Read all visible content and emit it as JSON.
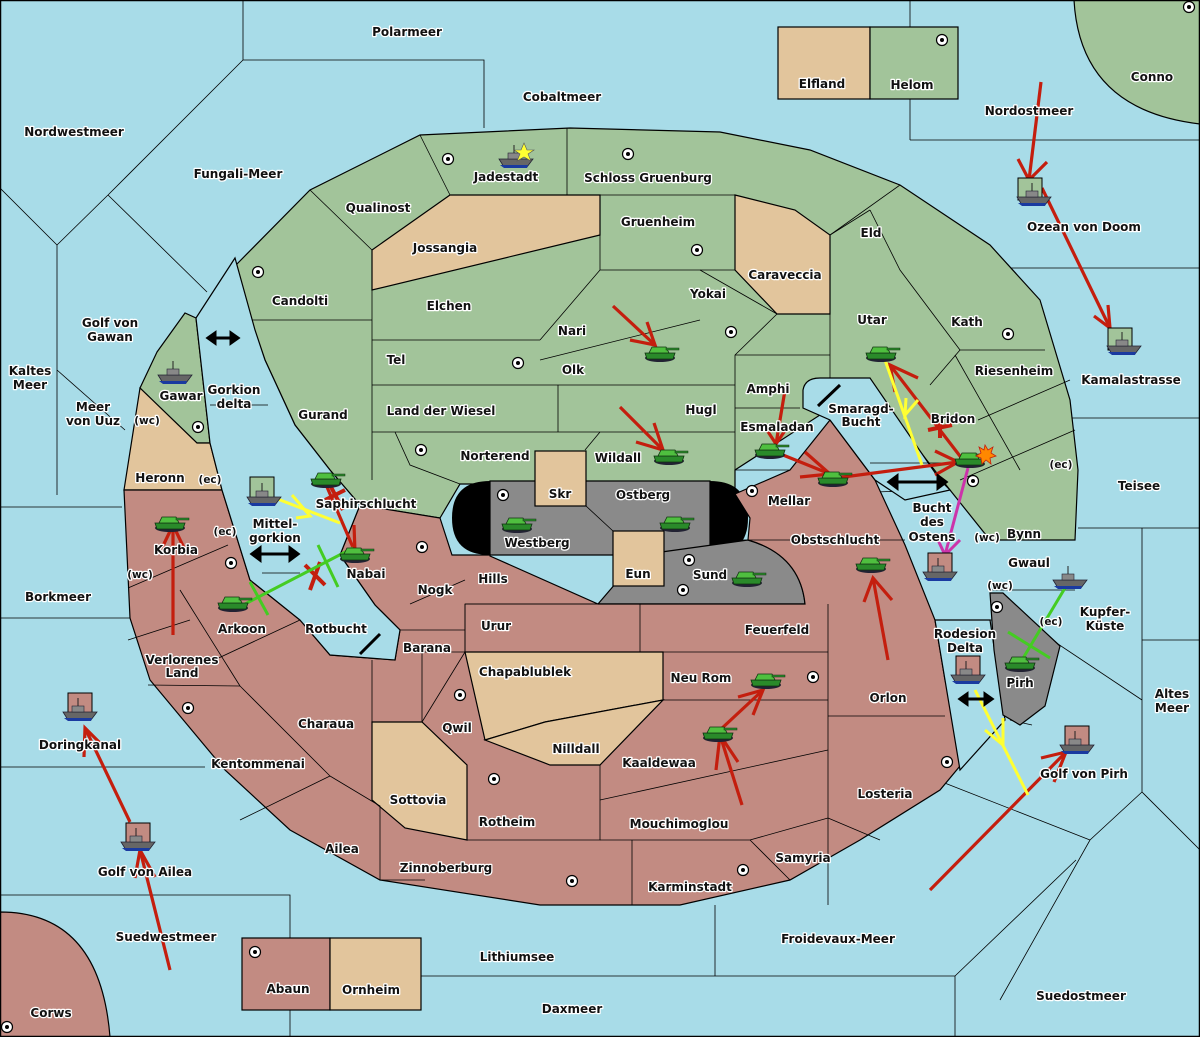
{
  "colors": {
    "sea": "#a8dce8",
    "green_power": "#a2c49a",
    "red_power": "#c28b82",
    "neutral": "#e2c59c",
    "gray_power": "#8a8a8a",
    "impassable": "#000000",
    "move_arrow": "#c41e0e",
    "support_arrow": "#ffff33",
    "convoy_arrow": "#cc33aa",
    "cut_order": "#44cc22"
  },
  "provinces": [
    {
      "name": "Polarmeer",
      "type": "sea"
    },
    {
      "name": "Cobaltmeer",
      "type": "sea"
    },
    {
      "name": "Nordwestmeer",
      "type": "sea"
    },
    {
      "name": "Fungali-Meer",
      "type": "sea"
    },
    {
      "name": "Nordostmeer",
      "type": "sea"
    },
    {
      "name": "Ozean von Doom",
      "type": "sea"
    },
    {
      "name": "Kamalastrasse",
      "type": "sea"
    },
    {
      "name": "Golf von Gawan",
      "type": "sea"
    },
    {
      "name": "Kaltes Meer",
      "type": "sea"
    },
    {
      "name": "Meer von Uuz",
      "type": "sea"
    },
    {
      "name": "Gorkion delta",
      "type": "sea"
    },
    {
      "name": "Mittel-gorkion",
      "type": "sea"
    },
    {
      "name": "Rotbucht",
      "type": "sea"
    },
    {
      "name": "Borkmeer",
      "type": "sea"
    },
    {
      "name": "Doringkanal",
      "type": "sea"
    },
    {
      "name": "Golf von Ailea",
      "type": "sea"
    },
    {
      "name": "Suedwestmeer",
      "type": "sea"
    },
    {
      "name": "Lithiumsee",
      "type": "sea"
    },
    {
      "name": "Daxmeer",
      "type": "sea"
    },
    {
      "name": "Froidevaux-Meer",
      "type": "sea"
    },
    {
      "name": "Suedostmeer",
      "type": "sea"
    },
    {
      "name": "Golf von Pirh",
      "type": "sea"
    },
    {
      "name": "Altes Meer",
      "type": "sea"
    },
    {
      "name": "Kupfer-Küste",
      "type": "sea"
    },
    {
      "name": "Teisee",
      "type": "sea"
    },
    {
      "name": "Rodesion Delta",
      "type": "sea"
    },
    {
      "name": "Bucht des Ostens",
      "type": "sea"
    },
    {
      "name": "Smaragd-Bucht",
      "type": "sea"
    },
    {
      "name": "Elfland",
      "type": "neutral"
    },
    {
      "name": "Helom",
      "type": "green",
      "supply_center": true
    },
    {
      "name": "Conno",
      "type": "green",
      "supply_center": true
    },
    {
      "name": "Jadestadt",
      "type": "green",
      "supply_center": true
    },
    {
      "name": "Schloss Gruenburg",
      "type": "green",
      "supply_center": true
    },
    {
      "name": "Qualinost",
      "type": "green"
    },
    {
      "name": "Jossangia",
      "type": "neutral"
    },
    {
      "name": "Gruenheim",
      "type": "green",
      "supply_center": true
    },
    {
      "name": "Caraveccia",
      "type": "neutral"
    },
    {
      "name": "Eld",
      "type": "green"
    },
    {
      "name": "Candolti",
      "type": "green",
      "supply_center": true
    },
    {
      "name": "Elchen",
      "type": "green"
    },
    {
      "name": "Nari",
      "type": "green"
    },
    {
      "name": "Yokai",
      "type": "green",
      "supply_center": true
    },
    {
      "name": "Utar",
      "type": "green"
    },
    {
      "name": "Kath",
      "type": "green",
      "supply_center": true
    },
    {
      "name": "Tel",
      "type": "green",
      "supply_center": true
    },
    {
      "name": "Olk",
      "type": "green"
    },
    {
      "name": "Amphi",
      "type": "green"
    },
    {
      "name": "Riesenheim",
      "type": "green"
    },
    {
      "name": "Gurand",
      "type": "green"
    },
    {
      "name": "Land der Wiesel",
      "type": "green"
    },
    {
      "name": "Hugl",
      "type": "green"
    },
    {
      "name": "Esmaladan",
      "type": "green"
    },
    {
      "name": "Bridon",
      "type": "green",
      "supply_center": true
    },
    {
      "name": "Gawar",
      "type": "green",
      "supply_center": true
    },
    {
      "name": "Norterend",
      "type": "green",
      "supply_center": true
    },
    {
      "name": "Wildall",
      "type": "green"
    },
    {
      "name": "Saphirschlucht",
      "type": "green"
    },
    {
      "name": "Bynn",
      "type": "green"
    },
    {
      "name": "Gwaul",
      "type": "green"
    },
    {
      "name": "Heronn",
      "type": "neutral"
    },
    {
      "name": "Skr",
      "type": "neutral"
    },
    {
      "name": "Eun",
      "type": "neutral"
    },
    {
      "name": "Westberg",
      "type": "gray",
      "supply_center": true
    },
    {
      "name": "Ostberg",
      "type": "gray",
      "supply_center": true
    },
    {
      "name": "Sund",
      "type": "gray",
      "supply_center": true
    },
    {
      "name": "Pirh",
      "type": "gray",
      "supply_center": true
    },
    {
      "name": "Korbia",
      "type": "red"
    },
    {
      "name": "Arkoon",
      "type": "red",
      "supply_center": true
    },
    {
      "name": "Nabai",
      "type": "red",
      "supply_center": true
    },
    {
      "name": "Mellar",
      "type": "red",
      "supply_center": true
    },
    {
      "name": "Obstschlucht",
      "type": "red"
    },
    {
      "name": "Hills",
      "type": "red"
    },
    {
      "name": "Nogk",
      "type": "red"
    },
    {
      "name": "Barana",
      "type": "red"
    },
    {
      "name": "Urur",
      "type": "red"
    },
    {
      "name": "Feuerfeld",
      "type": "red"
    },
    {
      "name": "Verlorenes Land",
      "type": "red"
    },
    {
      "name": "Chapablublek",
      "type": "neutral"
    },
    {
      "name": "Neu Rom",
      "type": "red",
      "supply_center": true
    },
    {
      "name": "Orlon",
      "type": "red"
    },
    {
      "name": "Charaua",
      "type": "red"
    },
    {
      "name": "Qwil",
      "type": "red",
      "supply_center": true
    },
    {
      "name": "Nilldall",
      "type": "neutral"
    },
    {
      "name": "Kaaldewaa",
      "type": "red"
    },
    {
      "name": "Kentommenai",
      "type": "red",
      "supply_center": true
    },
    {
      "name": "Sottovia",
      "type": "neutral"
    },
    {
      "name": "Rotheim",
      "type": "red",
      "supply_center": true
    },
    {
      "name": "Losteria",
      "type": "red",
      "supply_center": true
    },
    {
      "name": "Mouchimoglou",
      "type": "red"
    },
    {
      "name": "Ailea",
      "type": "red"
    },
    {
      "name": "Zinnoberburg",
      "type": "red",
      "supply_center": true
    },
    {
      "name": "Samyria",
      "type": "red"
    },
    {
      "name": "Karminstadt",
      "type": "red",
      "supply_center": true
    },
    {
      "name": "Abaun",
      "type": "red",
      "supply_center": true
    },
    {
      "name": "Ornheim",
      "type": "neutral"
    },
    {
      "name": "Corws",
      "type": "red",
      "supply_center": true
    }
  ],
  "labels": {
    "polarmeer": "Polarmeer",
    "cobaltmeer": "Cobaltmeer",
    "nordwestmeer": "Nordwestmeer",
    "fungali": "Fungali-Meer",
    "nordostmeer": "Nordostmeer",
    "ozean": "Ozean von Doom",
    "kamala": "Kamalastrasse",
    "conno": "Conno",
    "elfland": "Elfland",
    "helom": "Helom",
    "jadestadt": "Jadestadt",
    "schloss": "Schloss Gruenburg",
    "qualinost": "Qualinost",
    "jossangia": "Jossangia",
    "gruenheim": "Gruenheim",
    "caraveccia": "Caraveccia",
    "eld": "Eld",
    "candolti": "Candolti",
    "elchen": "Elchen",
    "nari": "Nari",
    "yokai": "Yokai",
    "utar": "Utar",
    "kath": "Kath",
    "tel": "Tel",
    "olk": "Olk",
    "amphi": "Amphi",
    "riesenheim": "Riesenheim",
    "gurand": "Gurand",
    "wiesel": "Land der Wiesel",
    "hugl": "Hugl",
    "esmaladan": "Esmaladan",
    "bridon": "Bridon",
    "smaragd1": "Smaragd-",
    "smaragd2": "Bucht",
    "golfgawan1": "Golf von",
    "golfgawan2": "Gawan",
    "kaltes1": "Kaltes",
    "kaltes2": "Meer",
    "uuz1": "Meer",
    "uuz2": "von Uuz",
    "gawar": "Gawar",
    "gorkion1": "Gorkion",
    "gorkion2": "delta",
    "heronn": "Heronn",
    "norterend": "Norterend",
    "wildall": "Wildall",
    "skr": "Skr",
    "ostberg": "Ostberg",
    "mellar": "Mellar",
    "teisee": "Teisee",
    "saphir": "Saphirschlucht",
    "westberg": "Westberg",
    "bucht1": "Bucht",
    "bucht2": "des",
    "bucht3": "Ostens",
    "bynn": "Bynn",
    "mittel1": "Mittel-",
    "mittel2": "gorkion",
    "korbia": "Korbia",
    "nabai": "Nabai",
    "obst": "Obstschlucht",
    "eun": "Eun",
    "sund": "Sund",
    "gwaul": "Gwaul",
    "hills": "Hills",
    "kupfer1": "Kupfer-",
    "kupfer2": "Küste",
    "borkmeer": "Borkmeer",
    "nogk": "Nogk",
    "arkoon": "Arkoon",
    "rotbucht": "Rotbucht",
    "urur": "Urur",
    "feuerfeld": "Feuerfeld",
    "rodesion1": "Rodesion",
    "rodesion2": "Delta",
    "barana": "Barana",
    "verlorenes1": "Verlorenes",
    "verlorenes2": "Land",
    "chapa": "Chapablublek",
    "neurom": "Neu Rom",
    "pirh": "Pirh",
    "altes1": "Altes",
    "altes2": "Meer",
    "orlon": "Orlon",
    "charaua": "Charaua",
    "qwil": "Qwil",
    "doring": "Doringkanal",
    "nilldall": "Nilldall",
    "kaaldewaa": "Kaaldewaa",
    "kentommenai": "Kentommenai",
    "golfpirh": "Golf von Pirh",
    "losteria": "Losteria",
    "sottovia": "Sottovia",
    "rotheim": "Rotheim",
    "mouchi": "Mouchimoglou",
    "ailea": "Ailea",
    "samyria": "Samyria",
    "zinnober": "Zinnoberburg",
    "golfailea": "Golf von Ailea",
    "karminstadt": "Karminstadt",
    "suedwest": "Suedwestmeer",
    "froidevaux": "Froidevaux-Meer",
    "lithium": "Lithiumsee",
    "abaun": "Abaun",
    "ornheim": "Ornheim",
    "suedost": "Suedostmeer",
    "daxmeer": "Daxmeer",
    "corws": "Corws",
    "wc": "(wc)",
    "ec": "(ec)"
  },
  "units": [
    {
      "type": "fleet",
      "power": "green",
      "province": "Jadestadt",
      "marker": "star"
    },
    {
      "type": "fleet",
      "power": "green",
      "province": "Ozean von Doom",
      "retreat_box": true
    },
    {
      "type": "fleet",
      "power": "green",
      "province": "Kamalastrasse",
      "retreat_box": true
    },
    {
      "type": "fleet",
      "power": "green",
      "province": "Gawar"
    },
    {
      "type": "fleet",
      "power": "green",
      "province": "Mittel-gorkion",
      "retreat_box": true
    },
    {
      "type": "army",
      "power": "green",
      "province": "Nari"
    },
    {
      "type": "army",
      "power": "green",
      "province": "Wildall"
    },
    {
      "type": "army",
      "power": "green",
      "province": "Esmaladan"
    },
    {
      "type": "army",
      "power": "green",
      "province": "Utar"
    },
    {
      "type": "army",
      "power": "green",
      "province": "Bridon",
      "marker": "burst"
    },
    {
      "type": "army",
      "power": "green",
      "province": "Mellar"
    },
    {
      "type": "army",
      "power": "green",
      "province": "Saphirschlucht"
    },
    {
      "type": "army",
      "power": "green",
      "province": "Nabai"
    },
    {
      "type": "army",
      "power": "green",
      "province": "Korbia"
    },
    {
      "type": "army",
      "power": "green",
      "province": "Arkoon"
    },
    {
      "type": "army",
      "power": "green",
      "province": "Westberg"
    },
    {
      "type": "army",
      "power": "green",
      "province": "Ostberg"
    },
    {
      "type": "army",
      "power": "green",
      "province": "Sund"
    },
    {
      "type": "army",
      "power": "green",
      "province": "Obstschlucht"
    },
    {
      "type": "army",
      "power": "green",
      "province": "Neu Rom"
    },
    {
      "type": "army",
      "power": "green",
      "province": "Kaaldewaa"
    },
    {
      "type": "army",
      "power": "green",
      "province": "Pirh"
    },
    {
      "type": "fleet",
      "power": "green",
      "province": "Gwaul"
    },
    {
      "type": "fleet",
      "power": "red",
      "province": "Bucht des Ostens",
      "retreat_box": true
    },
    {
      "type": "fleet",
      "power": "red",
      "province": "Rodesion Delta",
      "retreat_box": true
    },
    {
      "type": "fleet",
      "power": "red",
      "province": "Golf von Pirh",
      "retreat_box": true
    },
    {
      "type": "fleet",
      "power": "red",
      "province": "Doringkanal",
      "retreat_box": true
    },
    {
      "type": "fleet",
      "power": "red",
      "province": "Golf von Ailea",
      "retreat_box": true
    }
  ]
}
